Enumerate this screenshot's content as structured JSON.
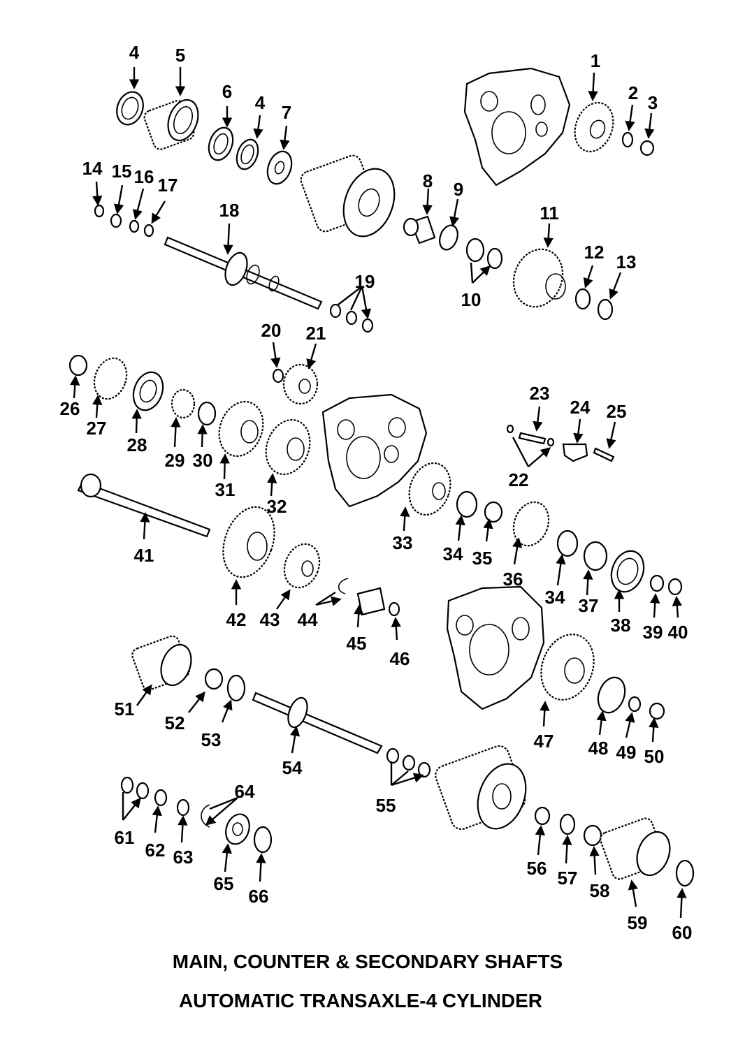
{
  "caption": {
    "line1": "MAIN, COUNTER & SECONDARY SHAFTS",
    "line2": "AUTOMATIC TRANSAXLE-4 CYLINDER"
  },
  "callouts": [
    "1",
    "2",
    "3",
    "4",
    "5",
    "6",
    "4",
    "7",
    "8",
    "9",
    "10",
    "11",
    "12",
    "13",
    "14",
    "15",
    "16",
    "17",
    "18",
    "19",
    "20",
    "21",
    "22",
    "23",
    "24",
    "25",
    "26",
    "27",
    "28",
    "29",
    "30",
    "31",
    "32",
    "33",
    "34",
    "35",
    "36",
    "34",
    "37",
    "38",
    "39",
    "40",
    "41",
    "42",
    "43",
    "44",
    "45",
    "46",
    "47",
    "48",
    "49",
    "50",
    "51",
    "52",
    "53",
    "54",
    "55",
    "56",
    "57",
    "58",
    "59",
    "60",
    "61",
    "62",
    "63",
    "64",
    "65",
    "66"
  ]
}
